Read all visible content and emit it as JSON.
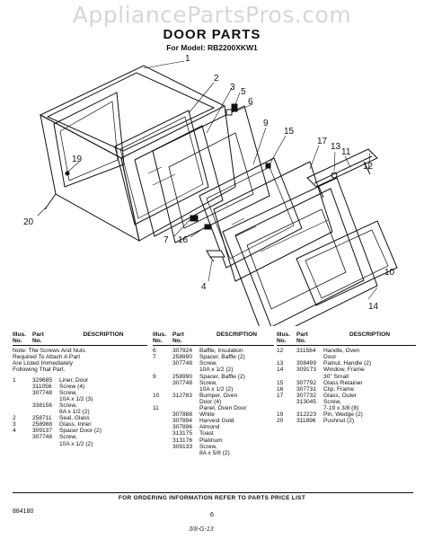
{
  "watermark": "AppliancePartsPros.com",
  "title": "DOOR PARTS",
  "model_line": "For Model: RB2200XKW1",
  "callouts": [
    "1",
    "2",
    "3",
    "5",
    "6",
    "9",
    "15",
    "17",
    "13",
    "11",
    "12",
    "19",
    "20",
    "7",
    "16",
    "4",
    "14",
    "10"
  ],
  "table": {
    "headers": {
      "illus": "Illus.\nNo.",
      "part": "Part\nNo.",
      "desc": "DESCRIPTION"
    },
    "note": "Note: The Screws And Nuts\nRequired To Attach A Part\nAre Listed Immediately\nFollowing That Part.",
    "col1": [
      [
        "1",
        "329685",
        "Liner, Door"
      ],
      [
        "",
        "311056",
        "Screw (4)"
      ],
      [
        "",
        "307748",
        "Screw,"
      ],
      [
        "",
        "",
        "10A x 1/2 (3)"
      ],
      [
        "",
        "338156",
        "Screw,"
      ],
      [
        "",
        "",
        "8A x 1/2 (2)"
      ],
      [
        "2",
        "258711",
        "Seal, Glass"
      ],
      [
        "3",
        "258988",
        "Glass, Inner"
      ],
      [
        "4",
        "309137",
        "Spacer Door (2)"
      ],
      [
        "",
        "307748",
        "Screw,"
      ],
      [
        "",
        "",
        "10A x 1/2 (2)"
      ]
    ],
    "col2": [
      [
        "6",
        "307924",
        "Baffle, Insulation"
      ],
      [
        "7",
        "258990",
        "Spacer, Baffle (2)"
      ],
      [
        "",
        "307748",
        "Screw,"
      ],
      [
        "",
        "",
        "10A x 1/2 (2)"
      ],
      [
        "9",
        "258990",
        "Spacer, Baffle (2)"
      ],
      [
        "",
        "307748",
        "Screw,"
      ],
      [
        "",
        "",
        "10A x 1/2 (2)"
      ],
      [
        "10",
        "312783",
        "Bumper, Oven"
      ],
      [
        "",
        "",
        "Door (4)"
      ],
      [
        "11",
        "",
        "Panel, Oven Door"
      ],
      [
        "",
        "307888",
        "White"
      ],
      [
        "",
        "307894",
        "Harvest Gold"
      ],
      [
        "",
        "307896",
        "Almond"
      ],
      [
        "",
        "313175",
        "Toast"
      ],
      [
        "",
        "313176",
        "Platinum"
      ],
      [
        "",
        "309133",
        "Screw,"
      ],
      [
        "",
        "",
        "8A x 5/8 (2)"
      ]
    ],
    "col3": [
      [
        "12",
        "311564",
        "Handle, Oven"
      ],
      [
        "",
        "",
        "Door"
      ],
      [
        "13",
        "308499",
        "Palnut, Handle (2)"
      ],
      [
        "14",
        "309173",
        "Window, Frame"
      ],
      [
        "",
        "",
        "30\" Small"
      ],
      [
        "15",
        "307792",
        "Glass Retainer"
      ],
      [
        "16",
        "307731",
        "Clip, Frame"
      ],
      [
        "17",
        "307732",
        "Glass, Outer"
      ],
      [
        "",
        "313045",
        "Screw,"
      ],
      [
        "",
        "",
        "7-19 x 3/8 (8)"
      ],
      [
        "19",
        "312223",
        "Pin, Wedge (2)"
      ],
      [
        "20",
        "311896",
        "Pushnut (2)"
      ]
    ]
  },
  "footer": {
    "order_note": "FOR ORDERING INFORMATION REFER TO PARTS PRICE LIST",
    "pub_no": "884180",
    "page_no": "6",
    "handwritten": "3/8-G-13"
  }
}
